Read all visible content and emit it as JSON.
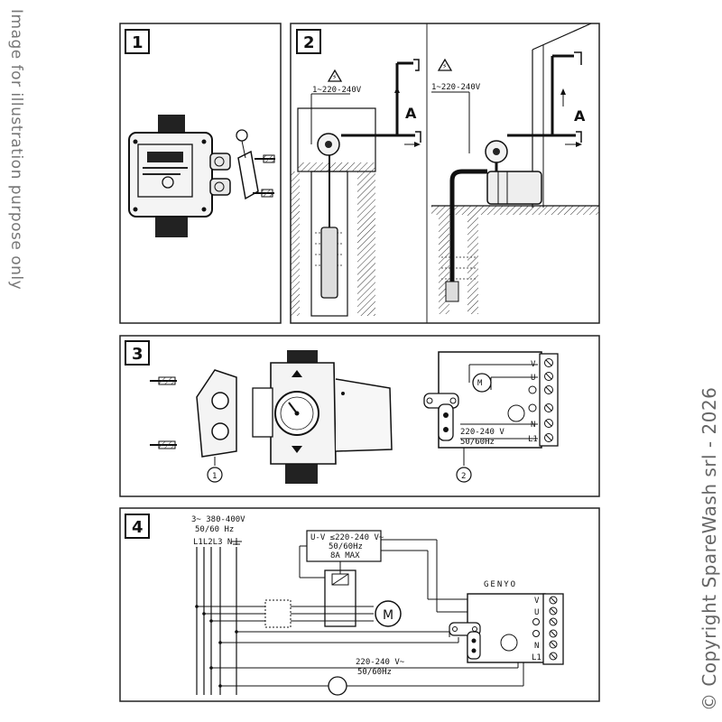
{
  "watermark": {
    "left": "Image for illustration purpose only",
    "right": "© Copyright SpareWash srl - 2026"
  },
  "panels": {
    "p1": {
      "number": "1"
    },
    "p2": {
      "number": "2",
      "voltage_left": "1~220-240V",
      "voltage_right": "1~220-240V",
      "flow_left": "A",
      "flow_right": "A"
    },
    "p3": {
      "number": "3",
      "callout_1": "1",
      "callout_2": "2",
      "terminals": [
        "V",
        "U",
        "N",
        "L1"
      ],
      "supply_line1": "220-240 V",
      "supply_line2": "50/60Hz"
    },
    "p4": {
      "number": "4",
      "supply_line1": "3~ 380-400V",
      "supply_line2": "50/60 Hz",
      "phases": "L1L2L3 N",
      "relay_line1": "U-V ≤220-240 V~",
      "relay_line2": "50/60Hz",
      "relay_line3": "8A MAX",
      "motor": "M",
      "brand": "GENYO",
      "terminals": [
        "V",
        "U",
        "N",
        "L1"
      ],
      "aux_line1": "220-240 V~",
      "aux_line2": "50/60Hz"
    }
  }
}
